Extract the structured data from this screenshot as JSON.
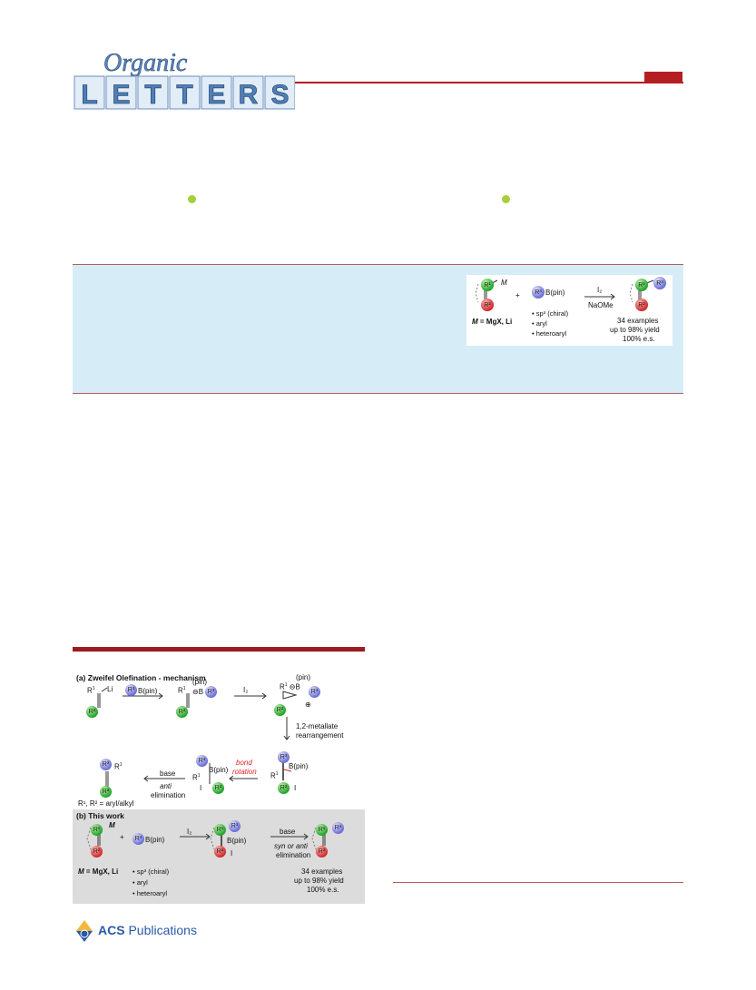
{
  "journal": {
    "name_script": "Organic",
    "name_letters": [
      "L",
      "E",
      "T",
      "T",
      "E",
      "R",
      "S"
    ],
    "colors": {
      "accent_red": "#b51e23",
      "abstract_bg": "#d6edf8",
      "letter_blue": "#4f7fb6"
    }
  },
  "publisher": {
    "name_bold": "ACS",
    "name_light": "Publications"
  },
  "toc_graphic": {
    "m_label": "M",
    "m_def_prefix": "M",
    "m_def_rest": " = MgX, Li",
    "plus": "+",
    "bpin": "B(pin)",
    "reagent": "I₂",
    "conditions": "NaOMe",
    "bullets": [
      "sp³ (chiral)",
      "aryl",
      "heteroaryl"
    ],
    "results": [
      "34 examples",
      "up to 98% yield",
      "100% e.s."
    ],
    "labels": {
      "r1": "R¹",
      "r2": "R²",
      "r3": "R³"
    }
  },
  "figure1": {
    "panel_a_title": "(a) Zweifel Olefination - mechanism",
    "panel_b_title": "(b) This work",
    "a": {
      "li": "Li",
      "bpin": "B(pin)",
      "pin": "(pin)",
      "b": "B",
      "i2": "I₂",
      "rearr_1": "1,2-metallate",
      "rearr_2": "rearrangement",
      "bond_1": "bond",
      "bond_2": "rotation",
      "base": "base",
      "anti": "anti",
      "elimination": "elimination",
      "iodo": "I",
      "footnote": "R¹, R² = aryl/alkyl"
    },
    "b": {
      "m": "M",
      "plus": "+",
      "bpin": "B(pin)",
      "i2": "I₂",
      "base": "base",
      "syn_anti": "syn or anti",
      "elimination": "elimination",
      "iodo": "I",
      "m_def_prefix": "M",
      "m_def_rest": " = MgX, Li",
      "bullets": [
        "sp³ (chiral)",
        "aryl",
        "heteroaryl"
      ],
      "results": [
        "34 examples",
        "up to 98% yield",
        "100% e.s."
      ]
    }
  }
}
